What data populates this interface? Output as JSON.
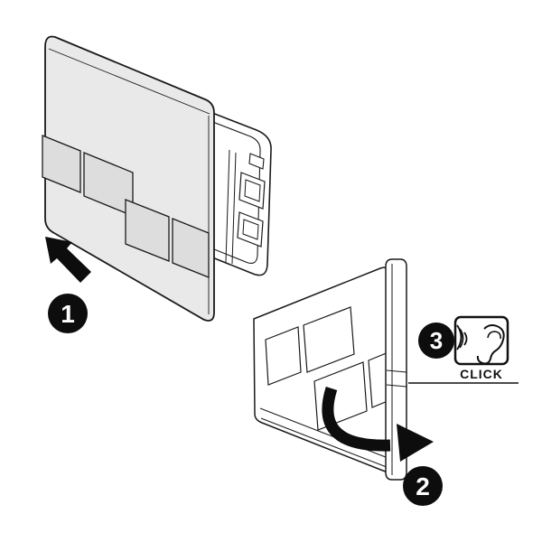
{
  "diagram": {
    "step_badges": {
      "one": "1",
      "two": "2",
      "three": "3"
    },
    "click_label": "CLICK",
    "icons": {
      "step1_arrow": "arrow-up-left-icon",
      "step2_arrow": "curved-rotate-arrow-icon",
      "step3_sound": "ear-sound-waves-icon"
    },
    "colors": {
      "background": "#ffffff",
      "line": "#1a1a1a",
      "plate_fill": "#e9e9e9",
      "button_fill": "#dddddd",
      "badge_fill": "#0d0d0d",
      "badge_text": "#ffffff"
    }
  }
}
